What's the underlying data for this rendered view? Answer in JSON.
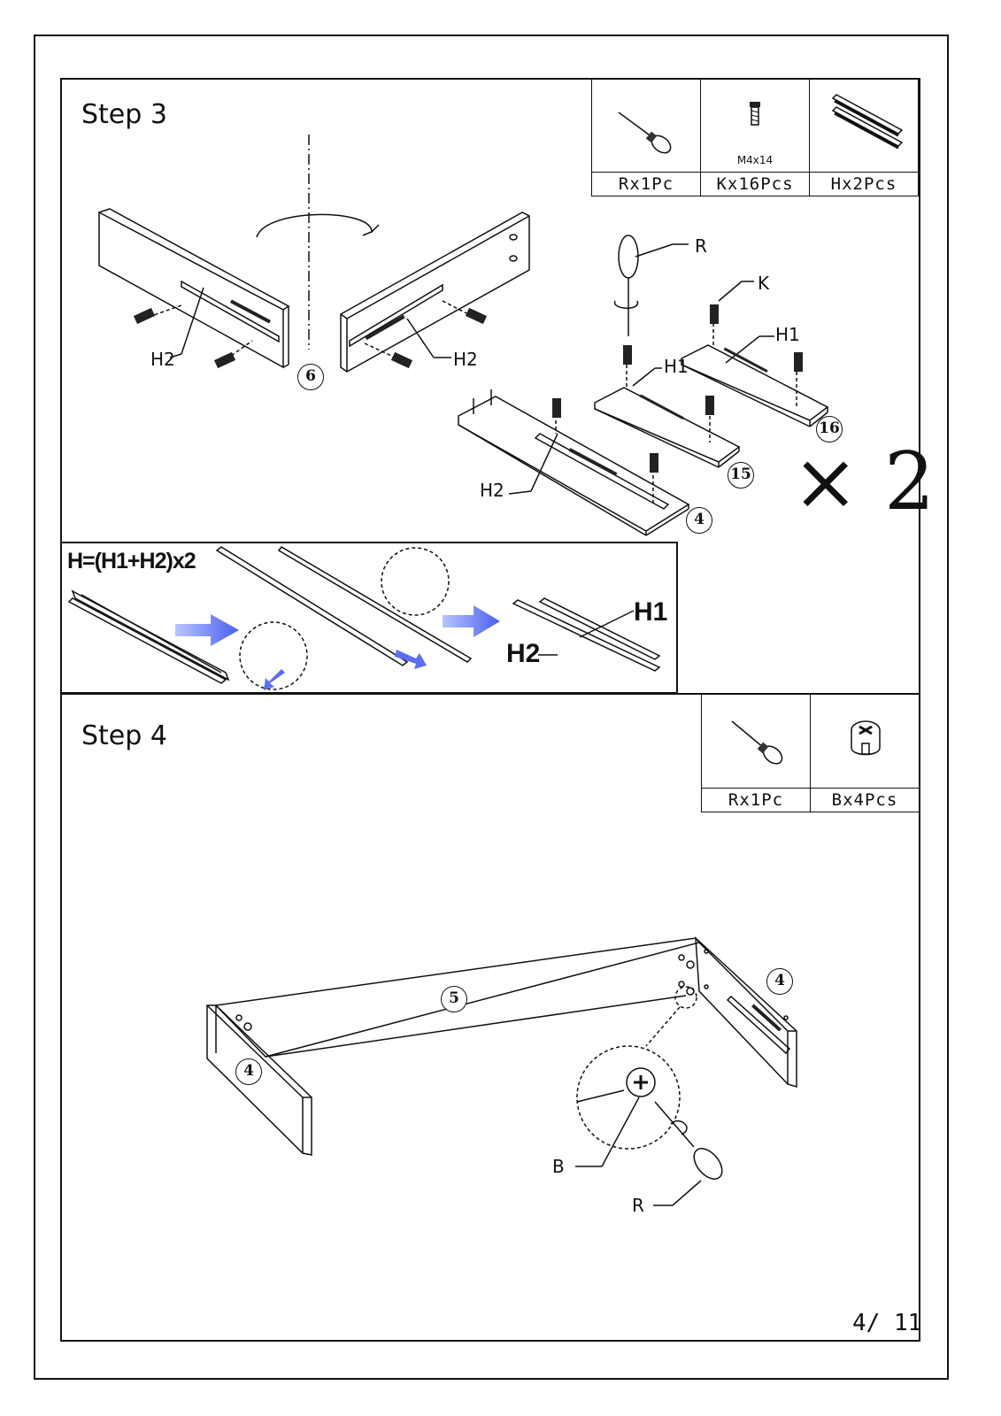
{
  "step3": {
    "title": "Step 3",
    "parts": [
      {
        "icon": "screwdriver-icon",
        "label": "Rx1Pc"
      },
      {
        "icon": "screw-icon",
        "label": "Kx16Pcs",
        "size": "M4x14"
      },
      {
        "icon": "drawer-slide-icon",
        "label": "Hx2Pcs"
      }
    ],
    "callouts": {
      "r": "R",
      "k": "K",
      "h1": "H1",
      "h2": "H2",
      "panel_6": "6",
      "panel_15": "15",
      "panel_16": "16",
      "panel_4": "4"
    },
    "multiplier_symbol": "×",
    "multiplier": "2",
    "formula": "H=(H1+H2)x2",
    "slide_h1": "H1",
    "slide_h2": "H2"
  },
  "step4": {
    "title": "Step 4",
    "parts": [
      {
        "icon": "screwdriver-icon",
        "label": "Rx1Pc"
      },
      {
        "icon": "cam-lock-icon",
        "label": "Bx4Pcs"
      }
    ],
    "callouts": {
      "panel_5": "5",
      "panel_4_left": "4",
      "panel_4_right": "4",
      "b": "B",
      "r": "R"
    }
  },
  "page": "4/ 11",
  "colors": {
    "arrow_blue": "#5a6ff0",
    "line": "#111111"
  }
}
